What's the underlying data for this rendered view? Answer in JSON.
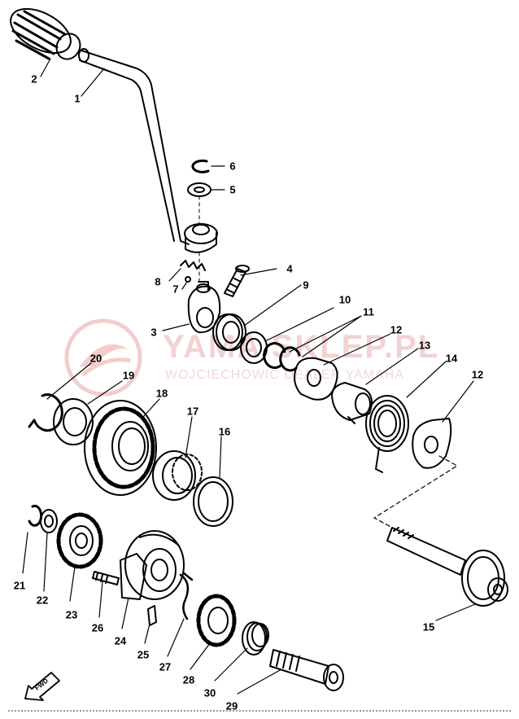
{
  "watermark": {
    "title": "YAMA SKLEP.PL",
    "subtitle": "WOJCIECHOWIC DEALER YAMAHA"
  },
  "fwd_label": "FWD",
  "callouts": [
    {
      "id": "2",
      "label": "2"
    },
    {
      "id": "1",
      "label": "1"
    },
    {
      "id": "6",
      "label": "6"
    },
    {
      "id": "5",
      "label": "5"
    },
    {
      "id": "4",
      "label": "4"
    },
    {
      "id": "8",
      "label": "8"
    },
    {
      "id": "7",
      "label": "7"
    },
    {
      "id": "9",
      "label": "9"
    },
    {
      "id": "3",
      "label": "3"
    },
    {
      "id": "10",
      "label": "10"
    },
    {
      "id": "11",
      "label": "11"
    },
    {
      "id": "12a",
      "label": "12"
    },
    {
      "id": "13",
      "label": "13"
    },
    {
      "id": "14",
      "label": "14"
    },
    {
      "id": "12b",
      "label": "12"
    },
    {
      "id": "20",
      "label": "20"
    },
    {
      "id": "19",
      "label": "19"
    },
    {
      "id": "18",
      "label": "18"
    },
    {
      "id": "17",
      "label": "17"
    },
    {
      "id": "16",
      "label": "16"
    },
    {
      "id": "21",
      "label": "21"
    },
    {
      "id": "22",
      "label": "22"
    },
    {
      "id": "23",
      "label": "23"
    },
    {
      "id": "26",
      "label": "26"
    },
    {
      "id": "24",
      "label": "24"
    },
    {
      "id": "25",
      "label": "25"
    },
    {
      "id": "27",
      "label": "27"
    },
    {
      "id": "28",
      "label": "28"
    },
    {
      "id": "30",
      "label": "30"
    },
    {
      "id": "29",
      "label": "29"
    },
    {
      "id": "15",
      "label": "15"
    }
  ]
}
